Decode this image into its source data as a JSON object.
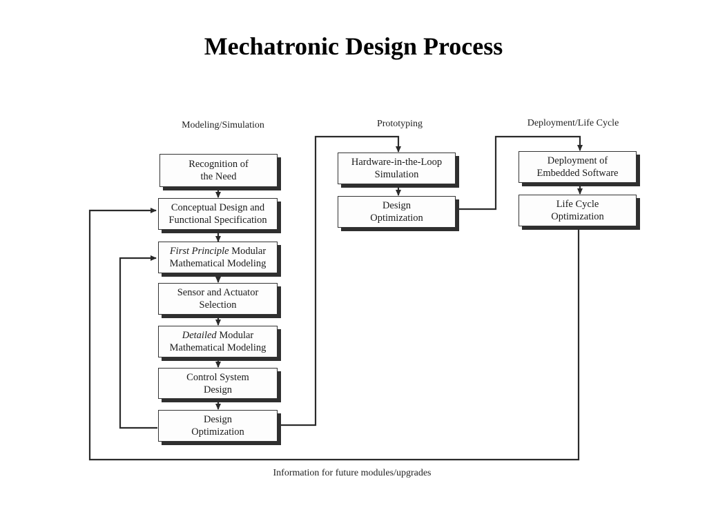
{
  "title": "Mechatronic Design Process",
  "columns": {
    "modeling": "Modeling/Simulation",
    "prototyping": "Prototyping",
    "deployment": "Deployment/Life Cycle"
  },
  "modeling_steps": {
    "recognition": [
      "Recognition of",
      "the Need"
    ],
    "conceptual": [
      "Conceptual Design and",
      "Functional Specification"
    ],
    "first_principle": {
      "emph": "First Principle",
      "rest": " Modular",
      "line2": "Mathematical Modeling"
    },
    "sensor": [
      "Sensor and Actuator",
      "Selection"
    ],
    "detailed": {
      "emph": "Detailed",
      "rest": " Modular",
      "line2": "Mathematical Modeling"
    },
    "control": [
      "Control System",
      "Design"
    ],
    "design_opt": [
      "Design",
      "Optimization"
    ]
  },
  "prototyping_steps": {
    "hil": [
      "Hardware-in-the-Loop",
      "Simulation"
    ],
    "design_opt": [
      "Design",
      "Optimization"
    ]
  },
  "deployment_steps": {
    "embedded": [
      "Deployment of",
      "Embedded Software"
    ],
    "lifecycle": [
      "Life Cycle",
      "Optimization"
    ]
  },
  "feedback_label": "Information for future modules/upgrades"
}
